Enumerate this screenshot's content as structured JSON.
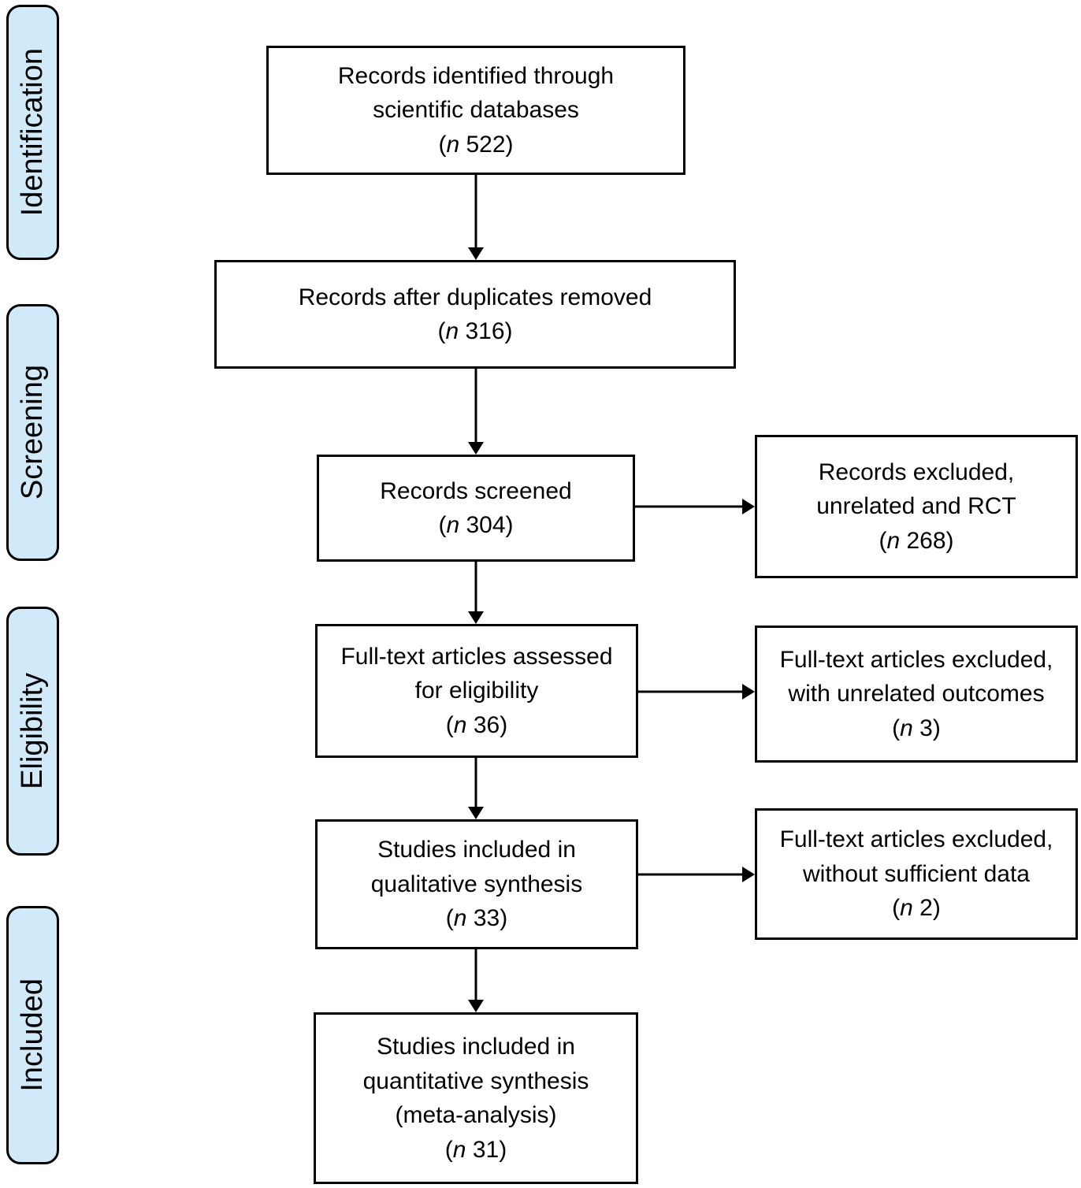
{
  "diagram": {
    "kind": "prisma-flow-diagram",
    "colors": {
      "stage_fill": "#d0eafa",
      "box_border": "#000000",
      "box_fill": "#ffffff",
      "text": "#000000",
      "background": "#ffffff"
    },
    "stages": [
      {
        "id": "identification",
        "label": "Identification"
      },
      {
        "id": "screening",
        "label": "Screening"
      },
      {
        "id": "eligibility",
        "label": "Eligibility"
      },
      {
        "id": "included",
        "label": "Included"
      }
    ],
    "boxes": {
      "identified": {
        "lines": [
          "Records identified through",
          "scientific databases"
        ],
        "count": "(n 522)"
      },
      "duplicates_removed": {
        "lines": [
          "Records after duplicates removed"
        ],
        "count": "(n 316)"
      },
      "screened": {
        "lines": [
          "Records screened"
        ],
        "count": "(n 304)"
      },
      "fulltext_assessed": {
        "lines": [
          "Full-text articles assessed",
          "for eligibility"
        ],
        "count": "(n 36)"
      },
      "qualitative": {
        "lines": [
          "Studies included in",
          "qualitative synthesis"
        ],
        "count": "(n 33)"
      },
      "quantitative": {
        "lines": [
          "Studies included in",
          "quantitative synthesis",
          "(meta-analysis)"
        ],
        "count": "(n 31)"
      },
      "excluded_screening": {
        "lines": [
          "Records excluded,",
          "unrelated and RCT"
        ],
        "count": "(n 268)"
      },
      "excluded_outcomes": {
        "lines": [
          "Full-text articles excluded,",
          "with unrelated outcomes"
        ],
        "count": "(n 3)"
      },
      "excluded_data": {
        "lines": [
          "Full-text articles excluded,",
          "without sufficient data"
        ],
        "count": "(n 2)"
      }
    }
  }
}
